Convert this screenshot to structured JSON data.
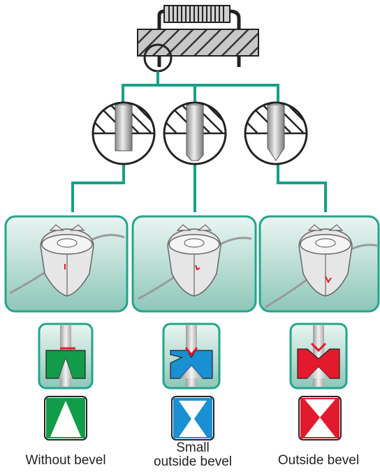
{
  "colors": {
    "connector": "#16a085",
    "panel_border": "#23a48b",
    "panel_fill_top": "#e8f4f1",
    "panel_fill_bottom": "#8fc9bb",
    "without_bevel": "#129b48",
    "small_bevel": "#1a8fd2",
    "outside_bevel": "#e3192d",
    "highlight_red": "#e3192d",
    "hatch": "#333333"
  },
  "variants": [
    {
      "id": "without",
      "caption": "Without bevel",
      "color_key": "without_bevel"
    },
    {
      "id": "small",
      "caption_lines": [
        "Small",
        "outside bevel"
      ],
      "color_key": "small_bevel"
    },
    {
      "id": "outside",
      "caption": "Outside bevel",
      "color_key": "outside_bevel"
    }
  ]
}
